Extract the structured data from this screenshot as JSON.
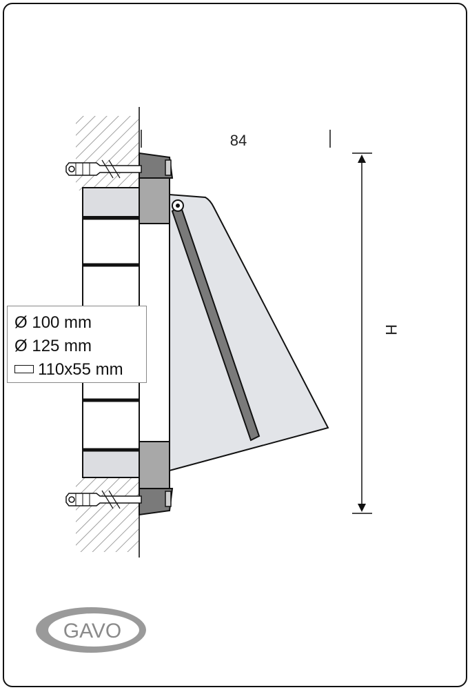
{
  "dimension_84": "84",
  "dimension_h": "H",
  "legend": {
    "items": [
      {
        "symbol": "Ø",
        "text": "100 mm"
      },
      {
        "symbol": "Ø",
        "text": "125 mm"
      },
      {
        "symbol": "rectangle",
        "text": "110x55 mm"
      }
    ]
  },
  "logo_text": "GAVO",
  "colors": {
    "outline": "#111111",
    "fill_light": "#e2e4e8",
    "fill_medium": "#a8a8a8",
    "fill_dark": "#7a7a7a",
    "hatch": "#9a9a9a"
  }
}
